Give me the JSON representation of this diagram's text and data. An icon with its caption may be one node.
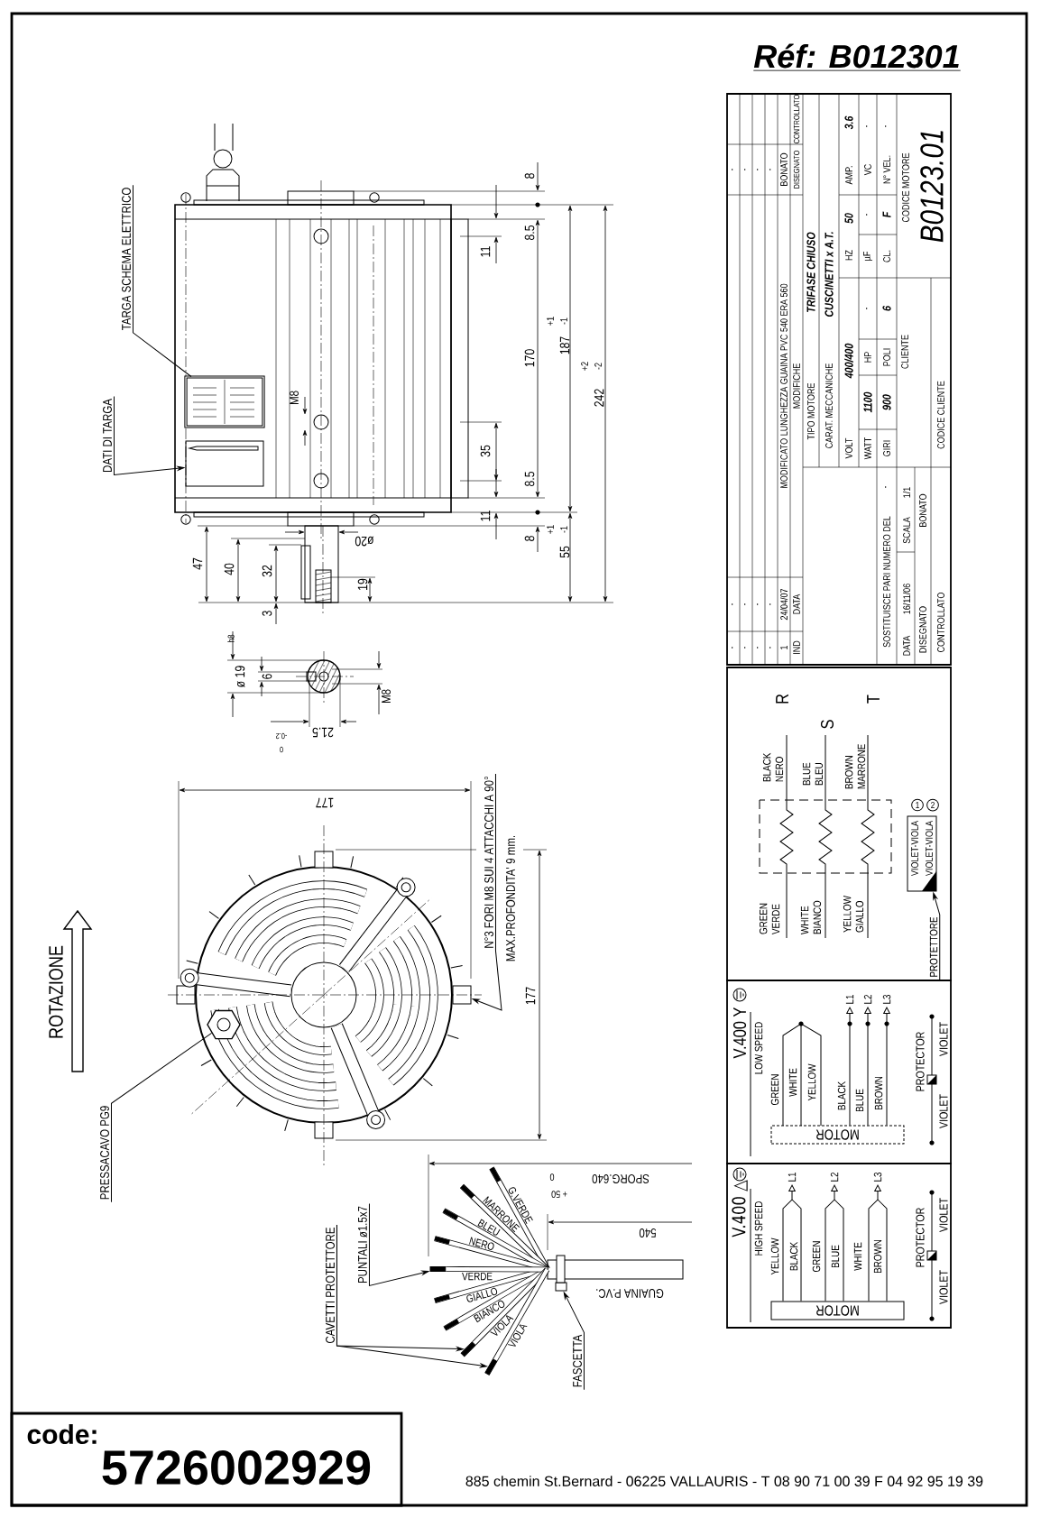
{
  "diagram": {
    "nodes": [
      {
        "text": [
          "code:",
          "5726002929"
        ]
      },
      {
        "text": [
          "TARGA SCHEMA ELETTRICO"
        ]
      },
      {
        "text": [],
        "shape": "picture"
      },
      {
        "text": [
          "DATI DI TARGA"
        ]
      },
      {
        "text": [],
        "shape": "box"
      },
      {
        "text": [
          "PRESSACAVO PG9"
        ]
      },
      {
        "text": [
          "N°3 FORI M8 SUI 4 ATTACCHI A 90°",
          "MAX.PROFONDITA' 9 mm."
        ]
      },
      {
        "text": [
          "PUNTALI ø1.5x7"
        ]
      },
      {
        "text": [
          "CAVETTI PROTETTORE"
        ]
      },
      {
        "text": [
          "FASCETTA"
        ]
      },
      {
        "text": [
          "PROTETTORE"
        ]
      },
      {
        "text": [
          "MOTOR"
        ]
      },
      {
        "text": [
          "L1"
        ]
      },
      {
        "text": [
          "L2"
        ]
      },
      {
        "text": [
          "L3"
        ]
      },
      {
        "text": [
          "MOTOR"
        ]
      },
      {
        "text": [
          "L1"
        ]
      },
      {
        "text": [
          "L2"
        ]
      },
      {
        "text": [
          "L3"
        ]
      },
      {
        "text": [],
        "shape": "hexagon"
      },
      {
        "text": [],
        "shape": "box"
      },
      {
        "text": [],
        "shape": "bar"
      },
      {
        "text": [],
        "shape": "bar"
      },
      {
        "text": [],
        "shape": "bar"
      },
      {
        "text": [],
        "shape": "box"
      },
      {
        "text": [
          "VIOLET-VIOLA",
          "VIOLET-VIOLA"
        ],
        "beside": [
          "1",
          "2"
        ]
      },
      {
        "text": [],
        "shape": "box"
      }
    ],
    "edges": [
      {
        "from": 1,
        "to": 2,
        "arrow": "none"
      },
      {
        "from": 3,
        "to": 4,
        "arrow": "to"
      },
      {
        "from": 5,
        "to": 19,
        "arrow": "none"
      },
      {
        "from": 6,
        "to": 20,
        "arrow": "to"
      },
      {
        "from": 7,
        "to": 21,
        "arrow": "to"
      },
      {
        "from": 8,
        "to": 22,
        "arrow": "to"
      },
      {
        "from": 8,
        "to": 23,
        "arrow": "to"
      },
      {
        "from": 9,
        "to": 24,
        "arrow": "to"
      },
      {
        "from": 10,
        "to": 25,
        "arrow": "to"
      },
      {
        "from": 11,
        "to": 12,
        "arrow": "to"
      },
      {
        "from": 11,
        "to": 13,
        "arrow": "to"
      },
      {
        "from": 11,
        "to": 14,
        "arrow": "to"
      },
      {
        "from": 15,
        "to": 16,
        "arrow": "to"
      },
      {
        "from": 15,
        "to": 17,
        "arrow": "to"
      },
      {
        "from": 15,
        "to": 18,
        "arrow": "to"
      },
      {
        "from": 26,
        "to": 21,
        "arrow": "none",
        "style": "thick"
      },
      {
        "from": 26,
        "to": 22,
        "arrow": "none",
        "style": "thick"
      },
      {
        "from": 26,
        "to": 23,
        "arrow": "none",
        "style": "thick"
      }
    ],
    "labels": [
      "Réf: B012301",
      "8",
      "8.5",
      "11",
      "170",
      "187",
      "+1",
      "-1",
      "242",
      "+2",
      "-2",
      "35",
      "8.5",
      "11",
      "8",
      "55",
      "+1",
      "-1",
      "47",
      "40",
      "32",
      "19",
      "3",
      "ø20",
      "M8",
      "h8",
      "ø 19",
      "6",
      "M8",
      "21.5",
      "0",
      "-0.2",
      "177",
      "177",
      "ROTAZIONE",
      "G.VERDE",
      "MARRONE",
      "BLEU",
      "NERO",
      "VERDE",
      "GIALLO",
      "BIANCO",
      "VIOLA",
      "VIOLA",
      "0",
      "SPORG.640",
      "+ 50",
      "540",
      "GUAINA P.VC.",
      "-",
      "-",
      "-",
      "-",
      "-",
      "-",
      "-",
      "-",
      "-",
      "-",
      "-",
      "-",
      "1",
      "24/04/07",
      "MODIFICATO LUNGHEZZA GUAINA PVC 540 ERA 560",
      "BONATO",
      "IND",
      "DATA",
      "MODIFICHE",
      "DISEGNATO",
      "CONTROLLATO",
      "TIPO MOTORE",
      "TRIFASE CHIUSO",
      "CARAT. MECCANICHE",
      "CUSCINETTI x A.T.",
      "VOLT",
      "400/400",
      "HZ",
      "50",
      "AMP.",
      "3.6",
      "WATT",
      "1100",
      "HP",
      "-",
      "µF",
      "-",
      "VC",
      "-",
      "GIRI",
      "900",
      "POLI",
      "6",
      "CL.",
      "F",
      "N° VEL.",
      "-",
      "CLIENTE",
      "CODICE CLIENTE",
      "CODICE MOTORE",
      "B0123.01",
      "SOSTITUISCE PARI NUMERO DEL",
      "-",
      "DATA",
      "16/11/06",
      "SCALA",
      "1/1",
      "DISEGNATO",
      "BONATO",
      "CONTROLLATO",
      "R",
      "S",
      "T",
      "BLACK NERO",
      "BLUE BLEU",
      "BROWN MARRONE",
      "GREEN VERDE",
      "WHITE BIANCO",
      "YELLOW GIALLO",
      "V.400 Y",
      "LOW SPEED",
      "GREEN",
      "WHITE",
      "YELLOW",
      "BLACK",
      "BLUE",
      "BROWN",
      "PROTECTOR",
      "VIOLET",
      "VIOLET",
      "V.400 △",
      "HIGH SPEED",
      "YELLOW",
      "BLACK",
      "GREEN",
      "BLUE",
      "WHITE",
      "BROWN",
      "PROTECTOR",
      "VIOLET",
      "VIOLET",
      "885 chemin St.Bernard - 06225 VALLAURIS - T 08 90 71 00 39 F 04 92 95 19 39"
    ]
  }
}
